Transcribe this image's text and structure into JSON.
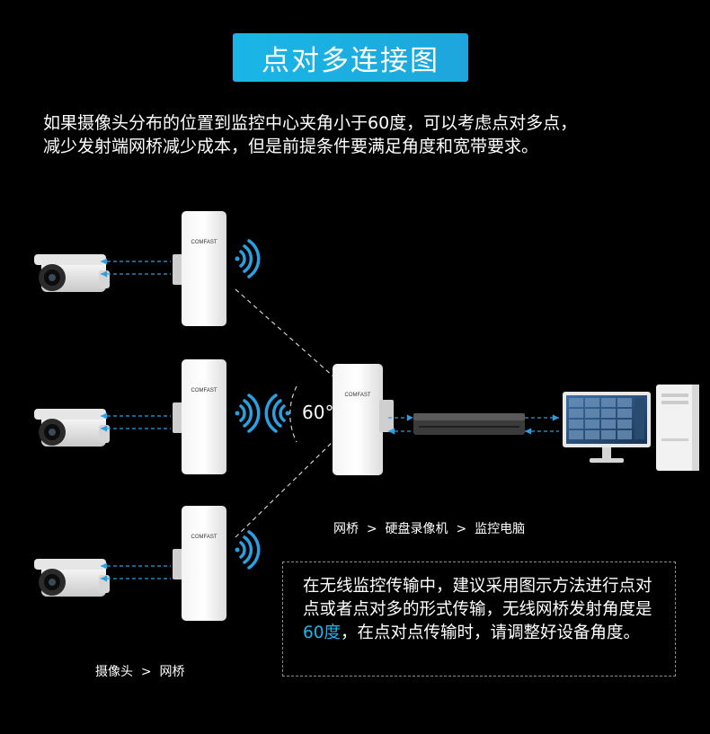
{
  "title": "点对多连接图",
  "intro": {
    "line1": "如果摄像头分布的位置到监控中心夹角小于60度，可以考虑点对多点，",
    "line2": "减少发射端网桥减少成本，但是前提条件要满足角度和宽带要求。"
  },
  "angle": "60°",
  "device_brand": "COMFAST",
  "path_right": {
    "a": "网桥",
    "sep1": ">",
    "b": "硬盘录像机",
    "sep2": ">",
    "c": "监控电脑"
  },
  "path_left": {
    "a": "摄像头",
    "sep": ">",
    "b": "网桥"
  },
  "info": {
    "before": "在无线监控传输中，建议采用图示方法进行点对点或者点对多的形式传输，无线网桥发射角度是",
    "highlight": "60度",
    "after": "，在点对点传输时，请调整好设备角度。"
  },
  "colors": {
    "title_bg": "#1ea6dc",
    "accent": "#21b3e8",
    "background": "#000000"
  },
  "icons": [
    "camera-icon",
    "bridge-icon",
    "wifi-signal-icon",
    "nvr-icon",
    "monitor-icon",
    "pc-tower-icon"
  ]
}
